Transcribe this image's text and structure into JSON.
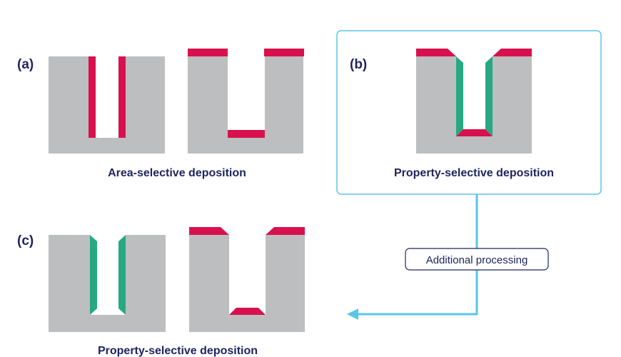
{
  "panels": {
    "a": {
      "letter": "(a)",
      "caption": "Area-selective deposition"
    },
    "b": {
      "letter": "(b)",
      "caption": "Property-selective deposition"
    },
    "c": {
      "letter": "(c)",
      "caption": "Property-selective deposition"
    }
  },
  "process_label": "Additional processing",
  "colors": {
    "substrate": "#bdbebf",
    "film_red": "#d8114e",
    "film_green": "#27a882",
    "text": "#1f2560",
    "frame": "#5bc4ea",
    "arrow": "#5bc4ea"
  }
}
